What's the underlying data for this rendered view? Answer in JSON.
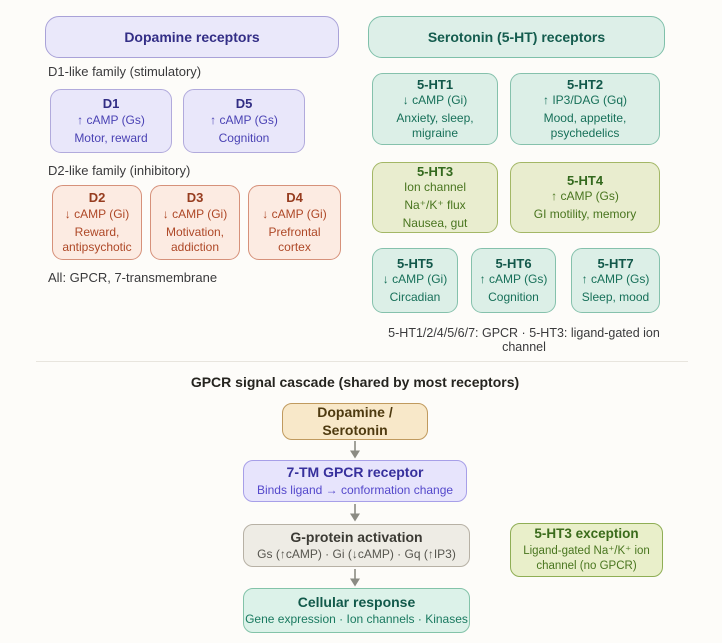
{
  "dopamine": {
    "header": "Dopamine receptors",
    "family1_label": "D1-like family (stimulatory)",
    "family2_label": "D2-like family (inhibitory)",
    "footnote": "All: GPCR, 7-transmembrane",
    "receptors": [
      {
        "name": "D1",
        "lines": [
          "↑ cAMP (Gs)",
          "Motor, reward"
        ]
      },
      {
        "name": "D5",
        "lines": [
          "↑ cAMP (Gs)",
          "Cognition"
        ]
      },
      {
        "name": "D2",
        "lines": [
          "↓ cAMP (Gi)",
          "Reward, antipsychotic"
        ]
      },
      {
        "name": "D3",
        "lines": [
          "↓ cAMP (Gi)",
          "Motivation, addiction"
        ]
      },
      {
        "name": "D4",
        "lines": [
          "↓ cAMP (Gi)",
          "Prefrontal cortex"
        ]
      }
    ]
  },
  "serotonin": {
    "header": "Serotonin (5-HT) receptors",
    "footnote": "5-HT1/2/4/5/6/7: GPCR · 5-HT3: ligand-gated ion channel",
    "receptors": [
      {
        "name": "5-HT1",
        "lines": [
          "↓ cAMP (Gi)",
          "Anxiety, sleep, migraine"
        ]
      },
      {
        "name": "5-HT2",
        "lines": [
          "↑ IP3/DAG (Gq)",
          "Mood, appetite, psychedelics"
        ]
      },
      {
        "name": "5-HT3",
        "lines": [
          "Ion channel",
          "Na⁺/K⁺ flux",
          "Nausea, gut"
        ]
      },
      {
        "name": "5-HT4",
        "lines": [
          "↑ cAMP (Gs)",
          "GI motility, memory"
        ]
      },
      {
        "name": "5-HT5",
        "lines": [
          "↓ cAMP (Gi)",
          "Circadian"
        ]
      },
      {
        "name": "5-HT6",
        "lines": [
          "↑ cAMP (Gs)",
          "Cognition"
        ]
      },
      {
        "name": "5-HT7",
        "lines": [
          "↑ cAMP (Gs)",
          "Sleep, mood"
        ]
      }
    ]
  },
  "cascade": {
    "title": "GPCR signal cascade (shared by most receptors)",
    "steps": [
      {
        "title": "Dopamine / Serotonin",
        "subtitle": ""
      },
      {
        "title": "7-TM GPCR receptor",
        "subtitle": "Binds ligand → conformation change"
      },
      {
        "title": "G-protein activation",
        "subtitle": "Gs (↑cAMP) · Gi (↓cAMP) · Gq (↑IP3)"
      },
      {
        "title": "Cellular response",
        "subtitle": "Gene expression · Ion channels · Kinases"
      }
    ],
    "exception": {
      "title": "5-HT3 exception",
      "subtitle": "Ligand-gated Na⁺/K⁺ ion channel (no GPCR)"
    }
  },
  "palette": {
    "background": "#fdfcf9",
    "purple_fill": "#e9e7fa",
    "purple_text": "#312d84",
    "red_fill": "#fcebe2",
    "red_text": "#963c1f",
    "teal_fill": "#dcefe7",
    "teal_text": "#12584a",
    "olive_fill": "#e9edcf",
    "olive_text": "#33691d",
    "wheat_fill": "#f8e8c9",
    "wheat_text": "#4e3a10",
    "gray_fill": "#eeece5",
    "arrow_gray": "#8b8b83"
  }
}
